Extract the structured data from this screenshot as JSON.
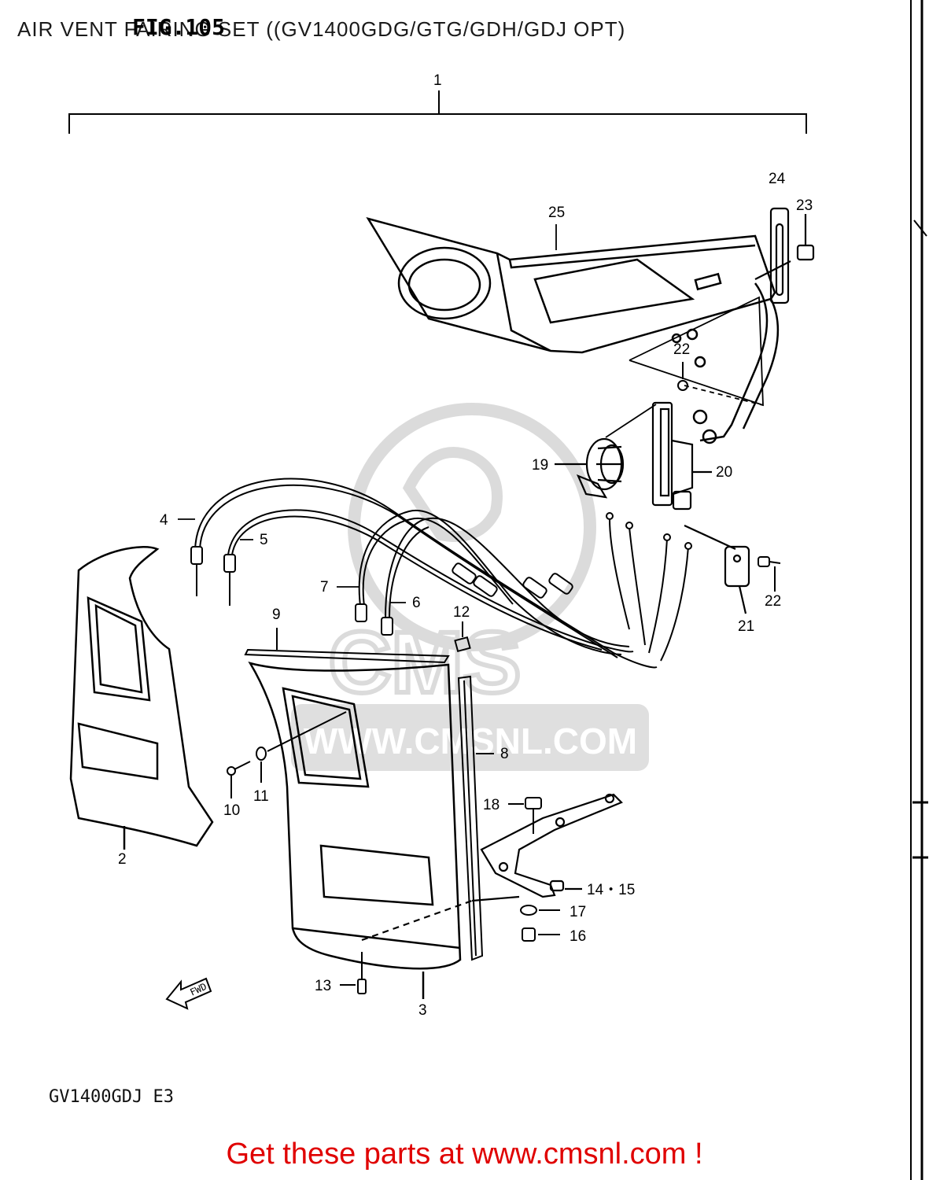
{
  "header": {
    "title": "AIR VENT FAIRING SET ((GV1400GDG/GTG/GDH/GDJ OPT)",
    "fig_number": "FIG.105"
  },
  "model_code": "GV1400GDJ E3",
  "promo_text": "Get these parts at www.cmsnl.com !",
  "watermark": {
    "brand": "CMS",
    "url": "WWW.CMSNL.COM",
    "color": "#d8d8d8"
  },
  "fwd_arrow_label": "FWD",
  "callouts": [
    {
      "id": "c1",
      "label": "1"
    },
    {
      "id": "c2",
      "label": "2"
    },
    {
      "id": "c3",
      "label": "3"
    },
    {
      "id": "c4",
      "label": "4"
    },
    {
      "id": "c5",
      "label": "5"
    },
    {
      "id": "c6",
      "label": "6"
    },
    {
      "id": "c7",
      "label": "7"
    },
    {
      "id": "c8",
      "label": "8"
    },
    {
      "id": "c9",
      "label": "9"
    },
    {
      "id": "c10",
      "label": "10"
    },
    {
      "id": "c11",
      "label": "11"
    },
    {
      "id": "c12",
      "label": "12"
    },
    {
      "id": "c13",
      "label": "13"
    },
    {
      "id": "c14",
      "label": "14・15"
    },
    {
      "id": "c16",
      "label": "16"
    },
    {
      "id": "c17",
      "label": "17"
    },
    {
      "id": "c18",
      "label": "18"
    },
    {
      "id": "c19",
      "label": "19"
    },
    {
      "id": "c20",
      "label": "20"
    },
    {
      "id": "c21",
      "label": "21"
    },
    {
      "id": "c22a",
      "label": "22"
    },
    {
      "id": "c22b",
      "label": "22"
    },
    {
      "id": "c23",
      "label": "23"
    },
    {
      "id": "c24",
      "label": "24"
    },
    {
      "id": "c25",
      "label": "25"
    }
  ]
}
